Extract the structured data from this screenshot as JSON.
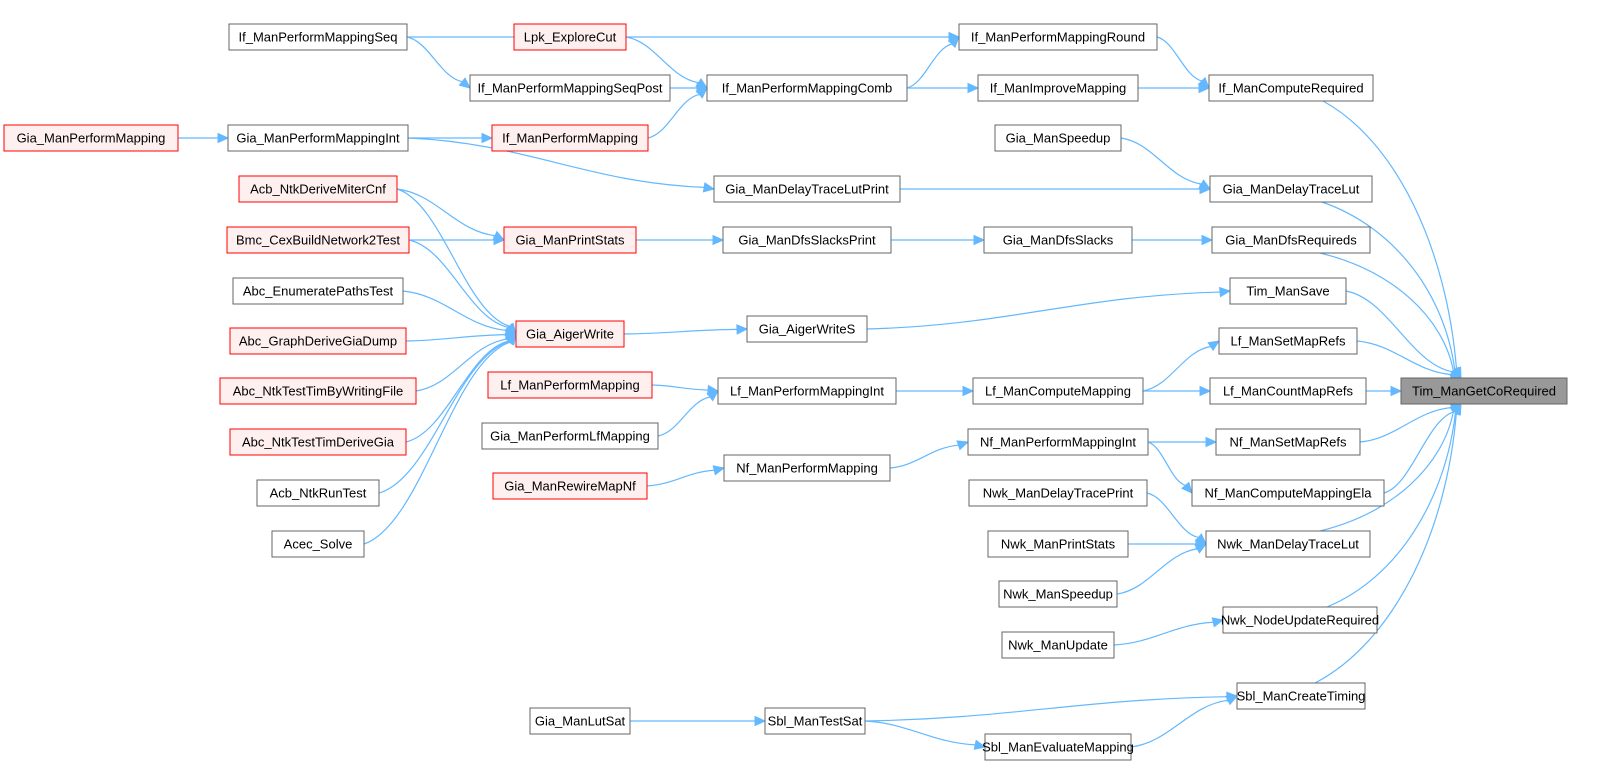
{
  "title": "Tim_ManGetCoRequired caller graph",
  "colors": {
    "edge": "#63b8ff",
    "node_border": "#666666",
    "node_border_truncated": "#ff0000",
    "node_fill_truncated": "#fff0f0",
    "root_fill": "#999999"
  },
  "root": "Tim_ManGetCoRequired",
  "nodes": [
    {
      "id": "Tim_ManGetCoRequired",
      "style": "root"
    },
    {
      "id": "If_ManComputeRequired",
      "style": "plain"
    },
    {
      "id": "If_ManPerformMappingRound",
      "style": "plain"
    },
    {
      "id": "If_ManImproveMapping",
      "style": "plain"
    },
    {
      "id": "If_ManPerformMappingComb",
      "style": "plain"
    },
    {
      "id": "If_ManPerformMappingSeq",
      "style": "plain"
    },
    {
      "id": "If_ManPerformMappingSeqPost",
      "style": "plain"
    },
    {
      "id": "Lpk_ExploreCut",
      "style": "red"
    },
    {
      "id": "If_ManPerformMapping",
      "style": "red"
    },
    {
      "id": "Gia_ManPerformMappingInt",
      "style": "plain"
    },
    {
      "id": "Gia_ManPerformMapping",
      "style": "red"
    },
    {
      "id": "Gia_ManSpeedup",
      "style": "plain"
    },
    {
      "id": "Gia_ManDelayTraceLut",
      "style": "plain"
    },
    {
      "id": "Gia_ManDelayTraceLutPrint",
      "style": "plain"
    },
    {
      "id": "Gia_ManDfsRequireds",
      "style": "plain"
    },
    {
      "id": "Gia_ManDfsSlacks",
      "style": "plain"
    },
    {
      "id": "Gia_ManDfsSlacksPrint",
      "style": "plain"
    },
    {
      "id": "Gia_ManPrintStats",
      "style": "red"
    },
    {
      "id": "Acb_NtkDeriveMiterCnf",
      "style": "red"
    },
    {
      "id": "Bmc_CexBuildNetwork2Test",
      "style": "red"
    },
    {
      "id": "Tim_ManSave",
      "style": "plain"
    },
    {
      "id": "Gia_AigerWriteS",
      "style": "plain"
    },
    {
      "id": "Gia_AigerWrite",
      "style": "red"
    },
    {
      "id": "Abc_EnumeratePathsTest",
      "style": "plain"
    },
    {
      "id": "Abc_GraphDeriveGiaDump",
      "style": "red"
    },
    {
      "id": "Abc_NtkTestTimByWritingFile",
      "style": "red"
    },
    {
      "id": "Abc_NtkTestTimDeriveGia",
      "style": "red"
    },
    {
      "id": "Acb_NtkRunTest",
      "style": "plain"
    },
    {
      "id": "Acec_Solve",
      "style": "plain"
    },
    {
      "id": "Lf_ManSetMapRefs",
      "style": "plain"
    },
    {
      "id": "Lf_ManCountMapRefs",
      "style": "plain"
    },
    {
      "id": "Lf_ManComputeMapping",
      "style": "plain"
    },
    {
      "id": "Lf_ManPerformMappingInt",
      "style": "plain"
    },
    {
      "id": "Lf_ManPerformMapping",
      "style": "red"
    },
    {
      "id": "Gia_ManPerformLfMapping",
      "style": "plain"
    },
    {
      "id": "Nf_ManSetMapRefs",
      "style": "plain"
    },
    {
      "id": "Nf_ManComputeMappingEla",
      "style": "plain"
    },
    {
      "id": "Nf_ManPerformMappingInt",
      "style": "plain"
    },
    {
      "id": "Nf_ManPerformMapping",
      "style": "plain"
    },
    {
      "id": "Gia_ManRewireMapNf",
      "style": "red"
    },
    {
      "id": "Nwk_ManDelayTraceLut",
      "style": "plain"
    },
    {
      "id": "Nwk_ManDelayTracePrint",
      "style": "plain"
    },
    {
      "id": "Nwk_ManPrintStats",
      "style": "plain"
    },
    {
      "id": "Nwk_ManSpeedup",
      "style": "plain"
    },
    {
      "id": "Nwk_NodeUpdateRequired",
      "style": "plain"
    },
    {
      "id": "Nwk_ManUpdate",
      "style": "plain"
    },
    {
      "id": "Sbl_ManCreateTiming",
      "style": "plain"
    },
    {
      "id": "Sbl_ManTestSat",
      "style": "plain"
    },
    {
      "id": "Sbl_ManEvaluateMapping",
      "style": "plain"
    },
    {
      "id": "Gia_ManLutSat",
      "style": "plain"
    }
  ],
  "edges": [
    [
      "If_ManComputeRequired",
      "Tim_ManGetCoRequired"
    ],
    [
      "Gia_ManDelayTraceLut",
      "Tim_ManGetCoRequired"
    ],
    [
      "Gia_ManDfsRequireds",
      "Tim_ManGetCoRequired"
    ],
    [
      "Tim_ManSave",
      "Tim_ManGetCoRequired"
    ],
    [
      "Lf_ManSetMapRefs",
      "Tim_ManGetCoRequired"
    ],
    [
      "Lf_ManCountMapRefs",
      "Tim_ManGetCoRequired"
    ],
    [
      "Nf_ManSetMapRefs",
      "Tim_ManGetCoRequired"
    ],
    [
      "Nf_ManComputeMappingEla",
      "Tim_ManGetCoRequired"
    ],
    [
      "Nwk_ManDelayTraceLut",
      "Tim_ManGetCoRequired"
    ],
    [
      "Nwk_NodeUpdateRequired",
      "Tim_ManGetCoRequired"
    ],
    [
      "Sbl_ManCreateTiming",
      "Tim_ManGetCoRequired"
    ],
    [
      "If_ManPerformMappingRound",
      "If_ManComputeRequired"
    ],
    [
      "If_ManImproveMapping",
      "If_ManComputeRequired"
    ],
    [
      "If_ManPerformMappingSeq",
      "If_ManPerformMappingRound"
    ],
    [
      "If_ManPerformMappingComb",
      "If_ManPerformMappingRound"
    ],
    [
      "If_ManPerformMappingComb",
      "If_ManImproveMapping"
    ],
    [
      "If_ManPerformMappingSeq",
      "If_ManPerformMappingSeqPost"
    ],
    [
      "If_ManPerformMappingSeqPost",
      "If_ManPerformMappingComb"
    ],
    [
      "Lpk_ExploreCut",
      "If_ManPerformMappingComb"
    ],
    [
      "If_ManPerformMapping",
      "If_ManPerformMappingComb"
    ],
    [
      "Gia_ManPerformMappingInt",
      "If_ManPerformMapping"
    ],
    [
      "Gia_ManPerformMapping",
      "Gia_ManPerformMappingInt"
    ],
    [
      "Gia_ManPerformMappingInt",
      "Gia_ManDelayTraceLutPrint"
    ],
    [
      "Gia_ManSpeedup",
      "Gia_ManDelayTraceLut"
    ],
    [
      "Gia_ManDelayTraceLutPrint",
      "Gia_ManDelayTraceLut"
    ],
    [
      "Gia_ManDfsSlacks",
      "Gia_ManDfsRequireds"
    ],
    [
      "Gia_ManDfsSlacksPrint",
      "Gia_ManDfsSlacks"
    ],
    [
      "Gia_ManPrintStats",
      "Gia_ManDfsSlacksPrint"
    ],
    [
      "Acb_NtkDeriveMiterCnf",
      "Gia_ManPrintStats"
    ],
    [
      "Bmc_CexBuildNetwork2Test",
      "Gia_ManPrintStats"
    ],
    [
      "Gia_AigerWriteS",
      "Tim_ManSave"
    ],
    [
      "Gia_AigerWrite",
      "Gia_AigerWriteS"
    ],
    [
      "Acb_NtkDeriveMiterCnf",
      "Gia_AigerWrite"
    ],
    [
      "Bmc_CexBuildNetwork2Test",
      "Gia_AigerWrite"
    ],
    [
      "Abc_EnumeratePathsTest",
      "Gia_AigerWrite"
    ],
    [
      "Abc_GraphDeriveGiaDump",
      "Gia_AigerWrite"
    ],
    [
      "Abc_NtkTestTimByWritingFile",
      "Gia_AigerWrite"
    ],
    [
      "Abc_NtkTestTimDeriveGia",
      "Gia_AigerWrite"
    ],
    [
      "Acb_NtkRunTest",
      "Gia_AigerWrite"
    ],
    [
      "Acec_Solve",
      "Gia_AigerWrite"
    ],
    [
      "Lf_ManComputeMapping",
      "Lf_ManSetMapRefs"
    ],
    [
      "Lf_ManComputeMapping",
      "Lf_ManCountMapRefs"
    ],
    [
      "Lf_ManPerformMappingInt",
      "Lf_ManComputeMapping"
    ],
    [
      "Lf_ManPerformMapping",
      "Lf_ManPerformMappingInt"
    ],
    [
      "Gia_ManPerformLfMapping",
      "Lf_ManPerformMappingInt"
    ],
    [
      "Nf_ManPerformMappingInt",
      "Nf_ManSetMapRefs"
    ],
    [
      "Nf_ManPerformMappingInt",
      "Nf_ManComputeMappingEla"
    ],
    [
      "Nf_ManPerformMapping",
      "Nf_ManPerformMappingInt"
    ],
    [
      "Gia_ManRewireMapNf",
      "Nf_ManPerformMapping"
    ],
    [
      "Nwk_ManDelayTracePrint",
      "Nwk_ManDelayTraceLut"
    ],
    [
      "Nwk_ManPrintStats",
      "Nwk_ManDelayTraceLut"
    ],
    [
      "Nwk_ManSpeedup",
      "Nwk_ManDelayTraceLut"
    ],
    [
      "Nwk_ManUpdate",
      "Nwk_NodeUpdateRequired"
    ],
    [
      "Sbl_ManTestSat",
      "Sbl_ManCreateTiming"
    ],
    [
      "Sbl_ManEvaluateMapping",
      "Sbl_ManCreateTiming"
    ],
    [
      "Sbl_ManTestSat",
      "Sbl_ManEvaluateMapping"
    ],
    [
      "Gia_ManLutSat",
      "Sbl_ManTestSat"
    ]
  ]
}
